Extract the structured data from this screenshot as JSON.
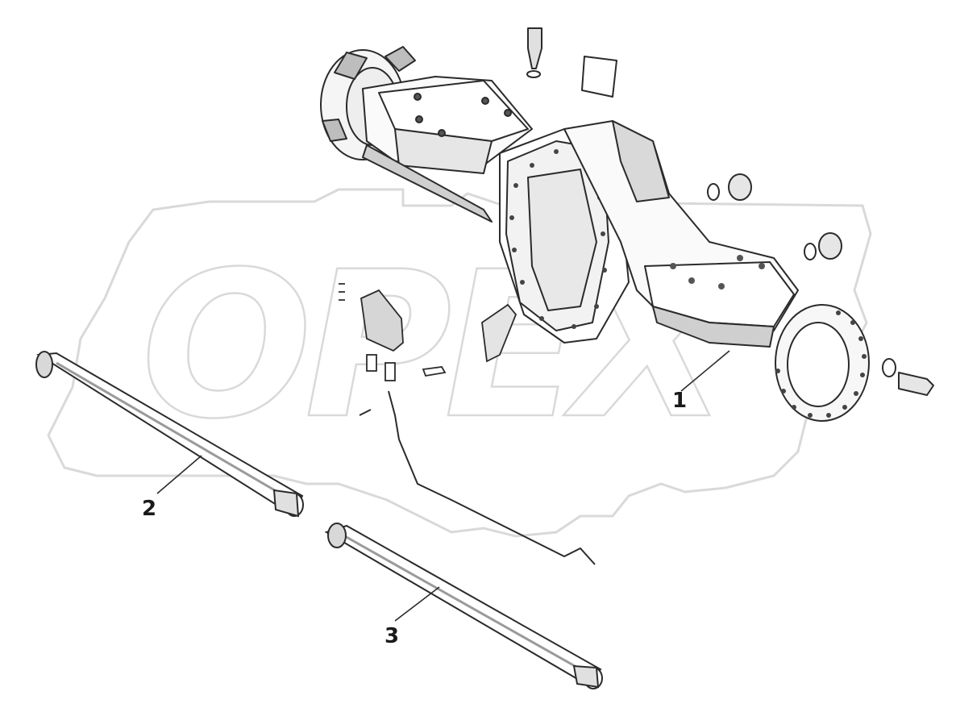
{
  "diagram": {
    "watermark": "OPEX",
    "callouts": [
      {
        "id": "1",
        "label": "1"
      },
      {
        "id": "2",
        "label": "2"
      },
      {
        "id": "3",
        "label": "3"
      }
    ],
    "parts": [
      {
        "callout": "1",
        "icon": "axle-housing-icon"
      },
      {
        "callout": "2",
        "icon": "axle-shaft-icon"
      },
      {
        "callout": "3",
        "icon": "axle-shaft-icon"
      }
    ],
    "colors": {
      "line": "#2b2b2b",
      "shade": "#9a9a9a",
      "watermark": "#d9d9d9",
      "background": "#ffffff"
    }
  }
}
